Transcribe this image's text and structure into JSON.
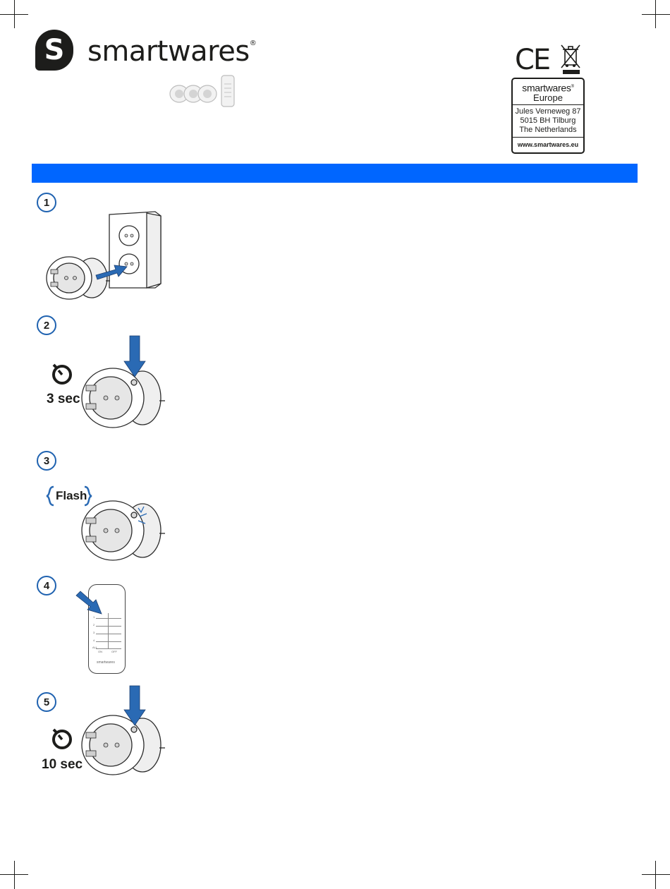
{
  "brand": {
    "logo_letter": "S",
    "name": "smartwares",
    "registered_mark": "®"
  },
  "compliance": {
    "ce_mark": "CE",
    "weee_icon": "crossed-bin-icon"
  },
  "address_box": {
    "brand": "smartwares",
    "registered_mark": "®",
    "region": "Europe",
    "street": "Jules Verneweg 87",
    "city": "5015 BH Tilburg",
    "country": "The Netherlands",
    "website": "www.smartwares.eu"
  },
  "steps": [
    {
      "number": "1"
    },
    {
      "number": "2",
      "duration": "3 sec"
    },
    {
      "number": "3",
      "label": "Flash"
    },
    {
      "number": "4"
    },
    {
      "number": "5",
      "duration": "10 sec"
    }
  ],
  "remote": {
    "brand": "smartwares",
    "channels": [
      "1",
      "2",
      "3",
      "4",
      "ALL"
    ],
    "on_label": "ON",
    "off_label": "OFF"
  },
  "colors": {
    "accent_blue": "#0066ff",
    "badge_blue": "#1f62b0",
    "arrow_blue": "#2a6ab4",
    "ink": "#1d1d1b"
  }
}
